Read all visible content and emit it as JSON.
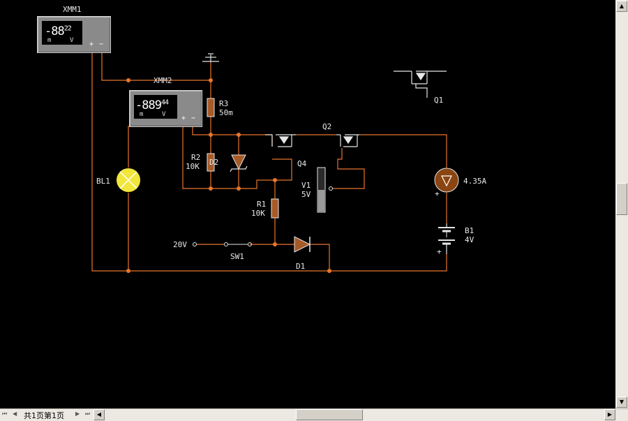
{
  "components": {
    "xmm1": {
      "label": "XMM1",
      "reading_prefix": "-8",
      "reading": "8",
      "reading_small": "22",
      "mode_left": "m",
      "mode_right": "V",
      "plus": "+",
      "minus": "−"
    },
    "xmm2": {
      "label": "XMM2",
      "reading_prefix": "-88",
      "reading": "9",
      "reading_small": "44",
      "mode_left": "m",
      "mode_right": "V",
      "plus": "+",
      "minus": "−"
    },
    "r3": {
      "name": "R3",
      "value": "50m"
    },
    "r2": {
      "name": "R2",
      "value": "10K"
    },
    "d2": {
      "name": "D2"
    },
    "q4": {
      "name": "Q4"
    },
    "q2": {
      "name": "Q2"
    },
    "q1": {
      "name": "Q1"
    },
    "bl1": {
      "name": "BL1"
    },
    "v1": {
      "name": "V1",
      "value": "5V"
    },
    "ammeter": {
      "reading": "4.35A",
      "plus": "+"
    },
    "b1": {
      "name": "B1",
      "value": "4V",
      "plus": "+"
    },
    "r1": {
      "name": "R1",
      "value": "10K"
    },
    "source": {
      "label": "20V"
    },
    "sw1": {
      "name": "SW1"
    },
    "d1": {
      "name": "D1"
    }
  },
  "colors": {
    "wire": "#e8752c",
    "background": "#000000",
    "component": "#e6e6e6",
    "resistor": "#a65a28",
    "lamp": "#f0e63c",
    "ammeter": "#8b4513",
    "meter_body": "#8a8a8a"
  },
  "statusbar": {
    "page_info": "共1页第1页",
    "nav_first": "⏮",
    "nav_prev": "◀",
    "nav_next": "▶",
    "nav_last": "⏭",
    "scroll_left": "◀",
    "scroll_right": "▶"
  },
  "scrollbar": {
    "up": "▲",
    "down": "▼"
  }
}
